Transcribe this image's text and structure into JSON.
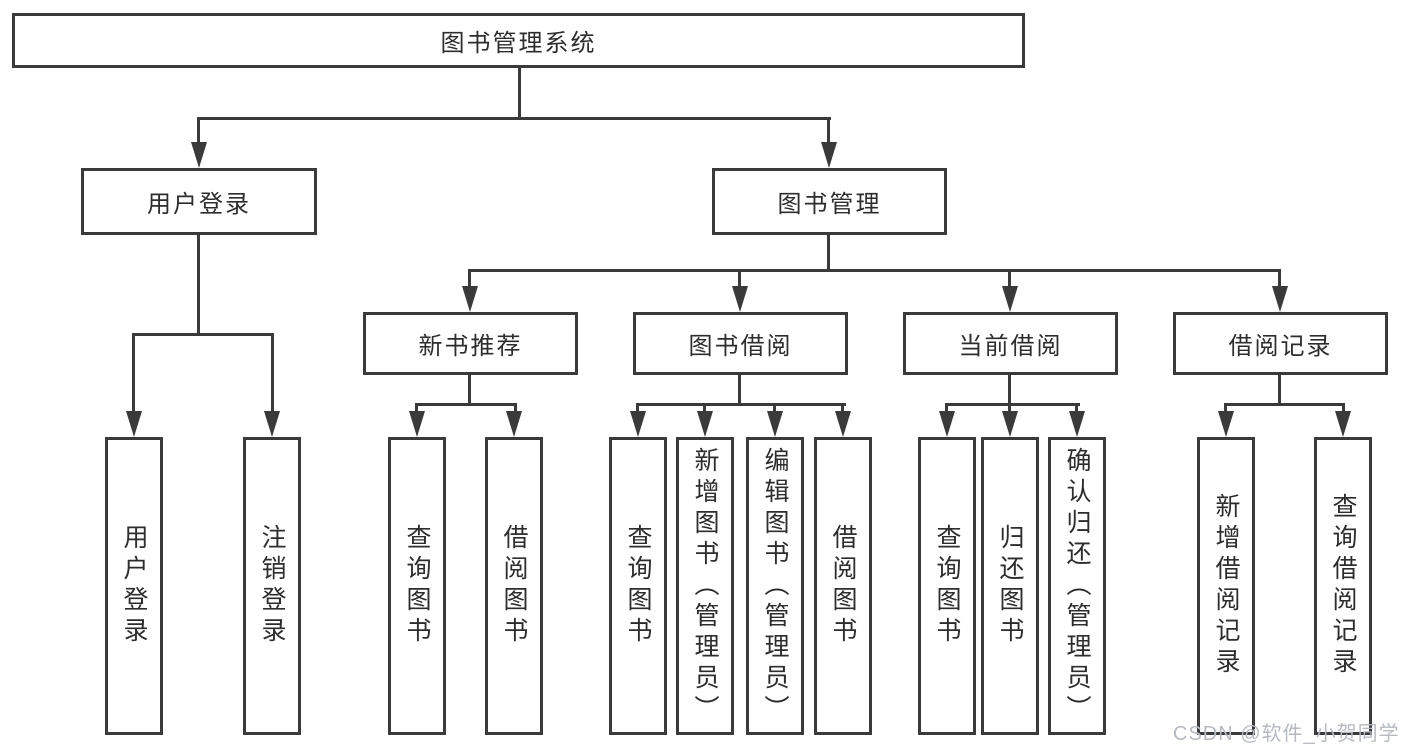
{
  "diagram": {
    "root": {
      "label": "图书管理系统"
    },
    "level2": [
      {
        "label": "用户登录"
      },
      {
        "label": "图书管理"
      }
    ],
    "level3": [
      {
        "label": "新书推荐"
      },
      {
        "label": "图书借阅"
      },
      {
        "label": "当前借阅"
      },
      {
        "label": "借阅记录"
      }
    ],
    "leaves": {
      "user_login": [
        "用户登录",
        "注销登录"
      ],
      "new_books": [
        "查询图书",
        "借阅图书"
      ],
      "book_borrow": [
        "查询图书",
        "新增图书（管理员）",
        "编辑图书（管理员）",
        "借阅图书"
      ],
      "current_borrow": [
        "查询图书",
        "归还图书",
        "确认归还（管理员）"
      ],
      "borrow_records": [
        "新增借阅记录",
        "查询借阅记录"
      ]
    },
    "colors": {
      "line": "#3a3a3a",
      "text": "#2d2d2d",
      "background": "#ffffff",
      "watermark": "#b6bac0"
    }
  },
  "watermark": {
    "text": "CSDN @软件_小贺同学"
  }
}
